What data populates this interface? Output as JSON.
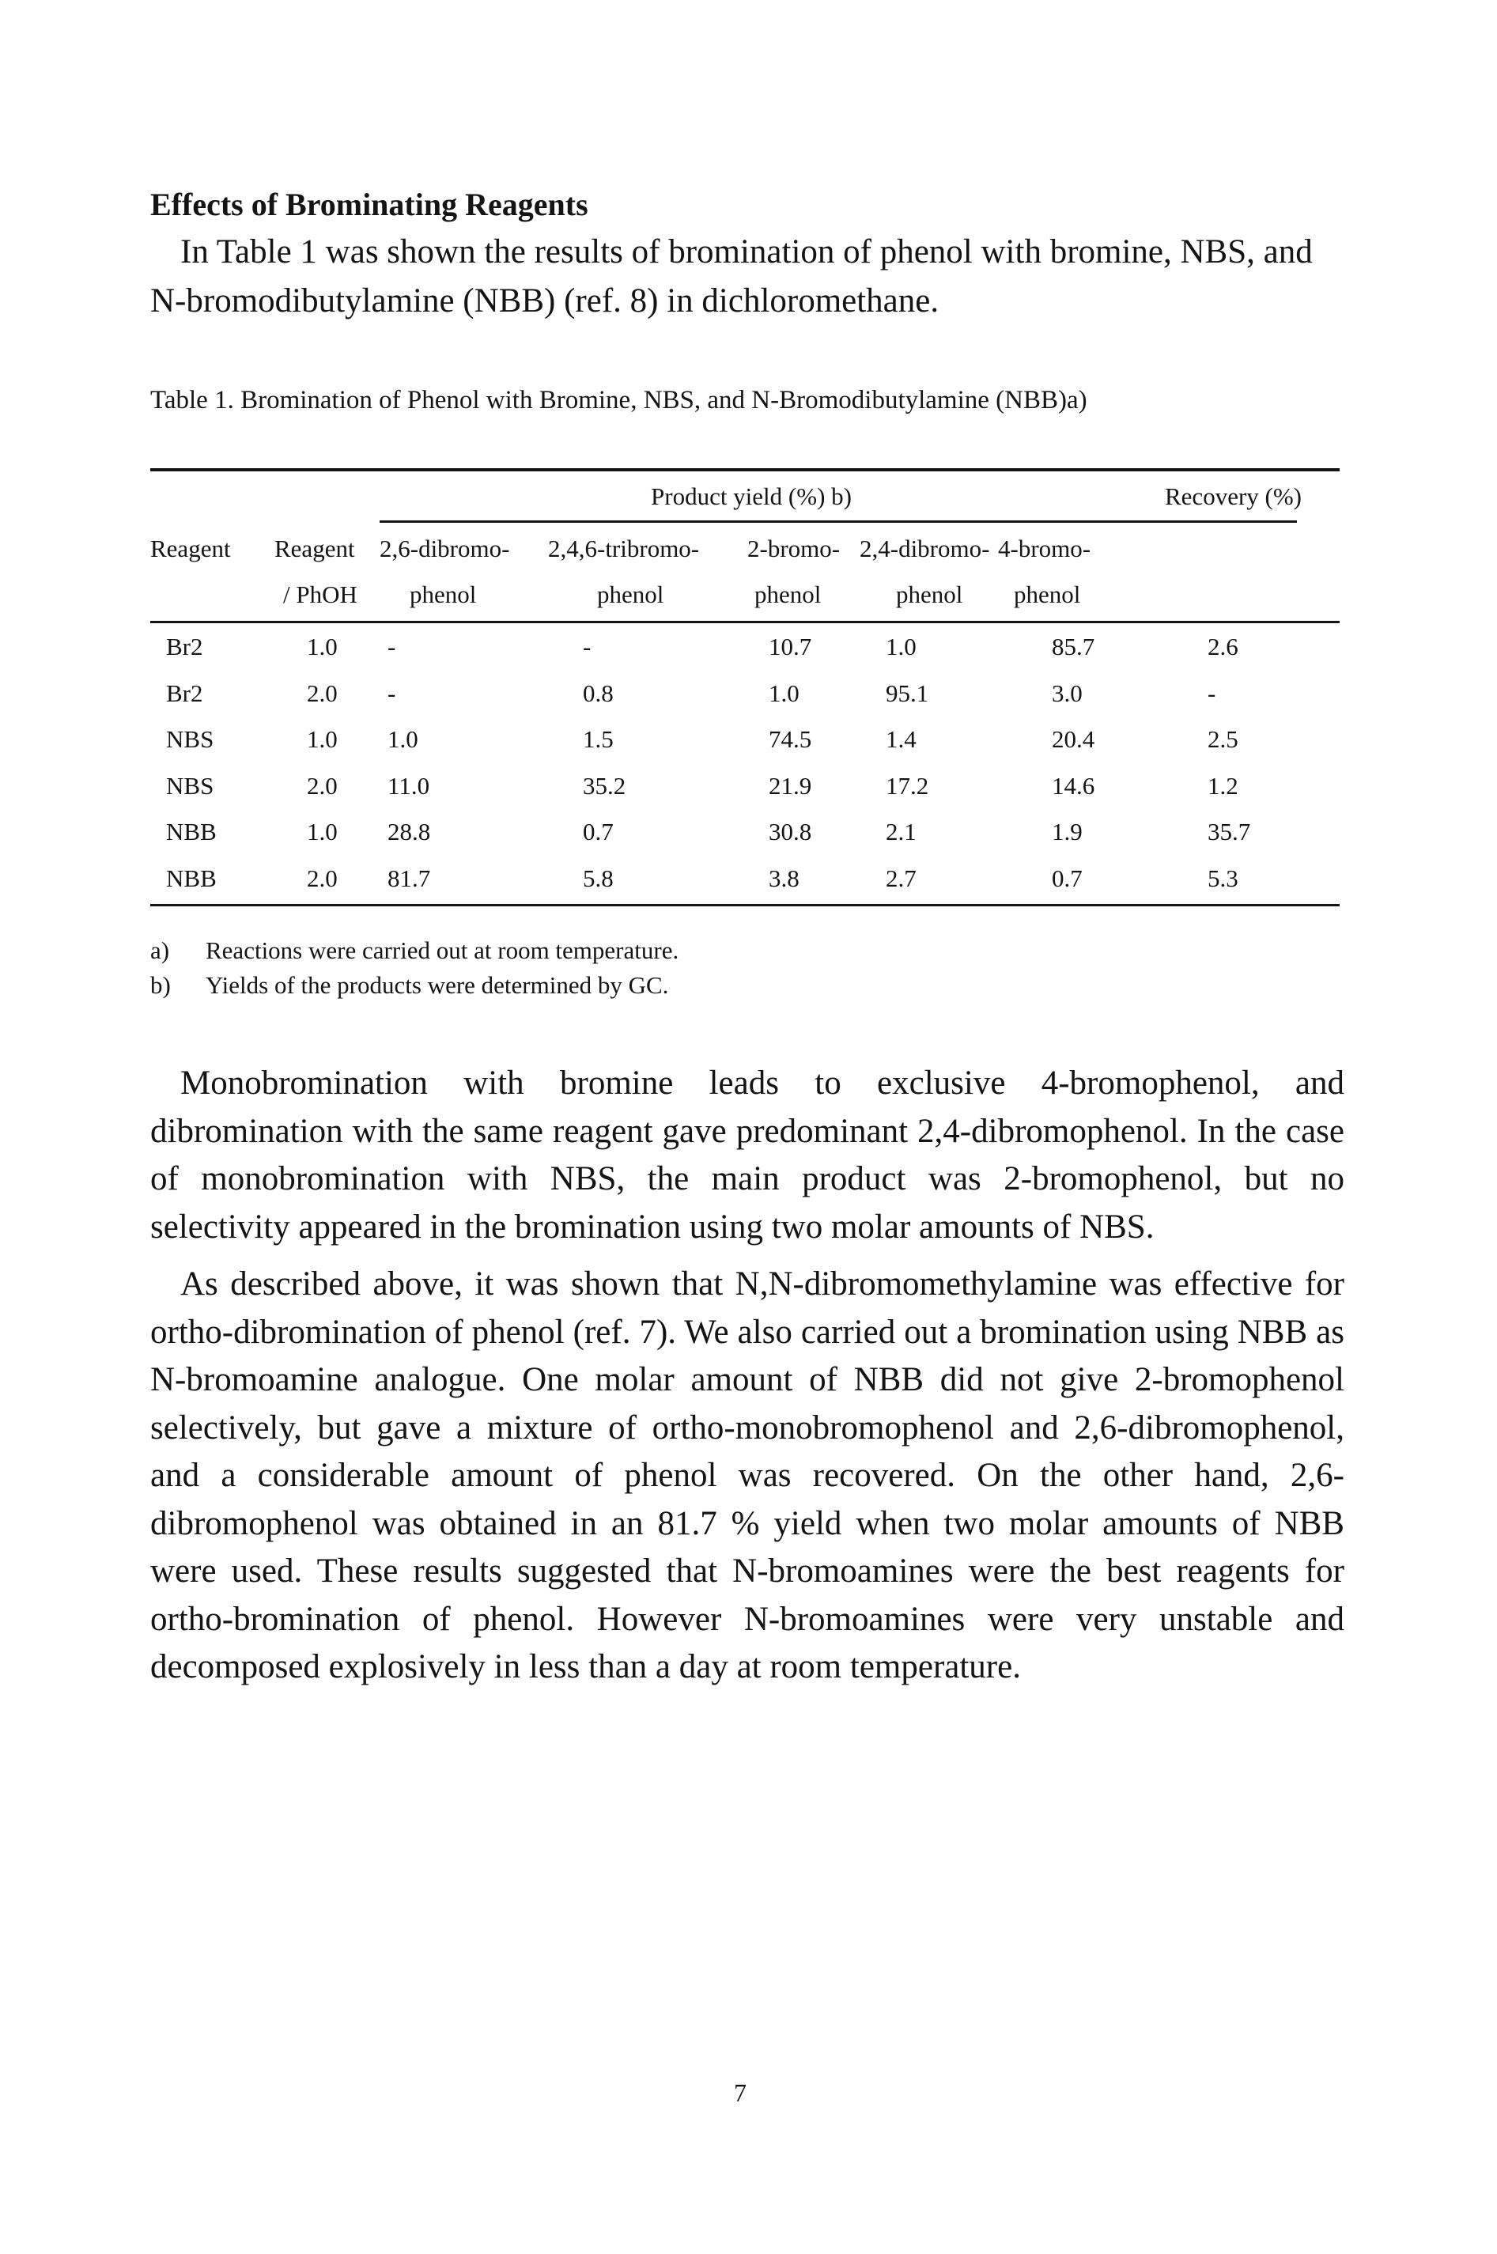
{
  "heading": "Effects of Brominating Reagents",
  "intro": "In Table 1 was shown the results of bromination of phenol with bromine, NBS, and N-bromodibutylamine (NBB) (ref. 8) in dichloromethane.",
  "caption": "Table 1.  Bromination of Phenol with Bromine, NBS, and N-Bromodibutylamine (NBB)a)",
  "table": {
    "group_header": "Product yield (%) b)",
    "recovery_header": "Recovery (%)",
    "col_reagent": "Reagent",
    "col_ratio_1": "Reagent",
    "col_ratio_2": "/ PhOH",
    "products": [
      {
        "l1": "2,6-dibromo-",
        "l2": "phenol"
      },
      {
        "l1": "2,4,6-tribromo-",
        "l2": "phenol"
      },
      {
        "l1": "2-bromo-",
        "l2": "phenol"
      },
      {
        "l1": "2,4-dibromo-",
        "l2": "phenol"
      },
      {
        "l1": "4-bromo-",
        "l2": "phenol"
      }
    ],
    "rows": [
      {
        "reagent": "Br2",
        "ratio": "1.0",
        "c1": "-",
        "c2": "-",
        "c3": "10.7",
        "c4": "1.0",
        "c5": "85.7",
        "rec": "2.6"
      },
      {
        "reagent": "Br2",
        "ratio": "2.0",
        "c1": "-",
        "c2": "0.8",
        "c3": "1.0",
        "c4": "95.1",
        "c5": "3.0",
        "rec": "-"
      },
      {
        "reagent": "NBS",
        "ratio": "1.0",
        "c1": "1.0",
        "c2": "1.5",
        "c3": "74.5",
        "c4": "1.4",
        "c5": "20.4",
        "rec": "2.5"
      },
      {
        "reagent": "NBS",
        "ratio": "2.0",
        "c1": "11.0",
        "c2": "35.2",
        "c3": "21.9",
        "c4": "17.2",
        "c5": "14.6",
        "rec": "1.2"
      },
      {
        "reagent": "NBB",
        "ratio": "1.0",
        "c1": "28.8",
        "c2": "0.7",
        "c3": "30.8",
        "c4": "2.1",
        "c5": "1.9",
        "rec": "35.7"
      },
      {
        "reagent": "NBB",
        "ratio": "2.0",
        "c1": "81.7",
        "c2": "5.8",
        "c3": "3.8",
        "c4": "2.7",
        "c5": "0.7",
        "rec": "5.3"
      }
    ]
  },
  "notes": [
    {
      "key": "a)",
      "text": "Reactions were carried out at room temperature."
    },
    {
      "key": "b)",
      "text": "Yields of the products were determined by GC."
    }
  ],
  "para1": "Monobromination with bromine leads to exclusive 4-bromophenol, and dibromination with the same reagent gave predominant 2,4-dibromophenol. In the case of monobromination with NBS, the main product was 2-bromophenol, but no selectivity appeared in the bromination using two molar amounts of NBS.",
  "para2": "As described above, it was shown that N,N-dibromomethylamine was effective for ortho-dibromination of phenol (ref. 7). We also carried out a bromination using NBB as N-bromoamine analogue. One molar amount of NBB did not give 2-bromophenol selectively, but gave a mixture of ortho-monobromophenol and 2,6-dibromophenol, and a considerable amount of phenol was recovered. On the other hand, 2,6-dibromophenol was obtained in an 81.7 % yield when two molar amounts of NBB were used. These results suggested that N-bromoamines were the best reagents for ortho-bromination of phenol. However N-bromoamines were very unstable and decomposed explosively in less than a day at room temperature.",
  "page_number": "7"
}
